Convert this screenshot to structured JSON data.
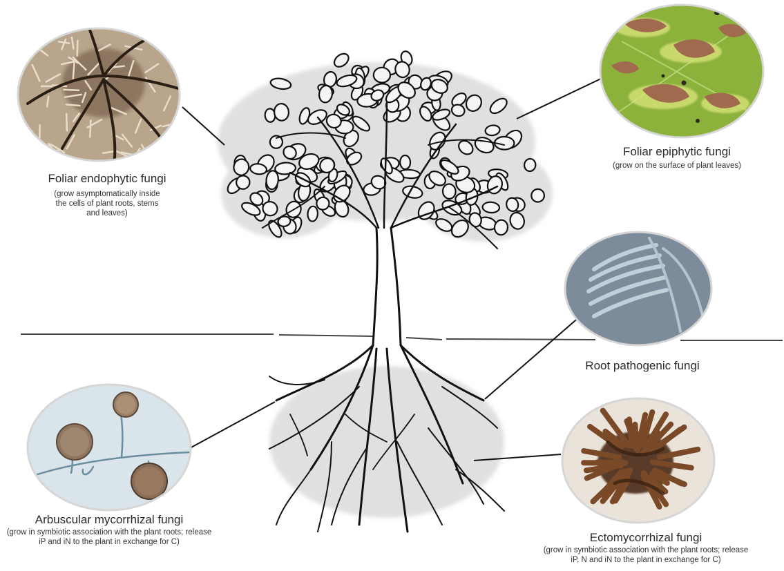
{
  "fungi": {
    "foliar_endophytic": {
      "title": "Foliar endophytic fungi",
      "description": "(grow asymptomatically inside the cells of plant roots, stems and leaves)"
    },
    "foliar_epiphytic": {
      "title": "Foliar epiphytic fungi",
      "description": "(grow on the surface of plant leaves)"
    },
    "root_pathogenic": {
      "title": "Root pathogenic fungi"
    },
    "arbuscular_mycorrhizal": {
      "title": "Arbuscular mycorrhizal fungi",
      "description": "(grow in symbiotic association with the plant roots; release iP and iN to the plant in exchange for C)"
    },
    "ectomycorrhizal": {
      "title": "Ectomycorrhizal fungi",
      "description": "(grow in symbiotic association with the plant roots; release iP, N and iN to the plant in exchange for C)"
    }
  },
  "colors": {
    "endophytic_bg": "#b8a58c",
    "epiphytic_bg": "#7fa632",
    "pathogenic_bg": "#8a9aa8",
    "arbuscular_bg": "#cfdde6",
    "ecto_bg": "#e9e3da",
    "tree_outline": "#111111",
    "ground_line": "#444444"
  }
}
